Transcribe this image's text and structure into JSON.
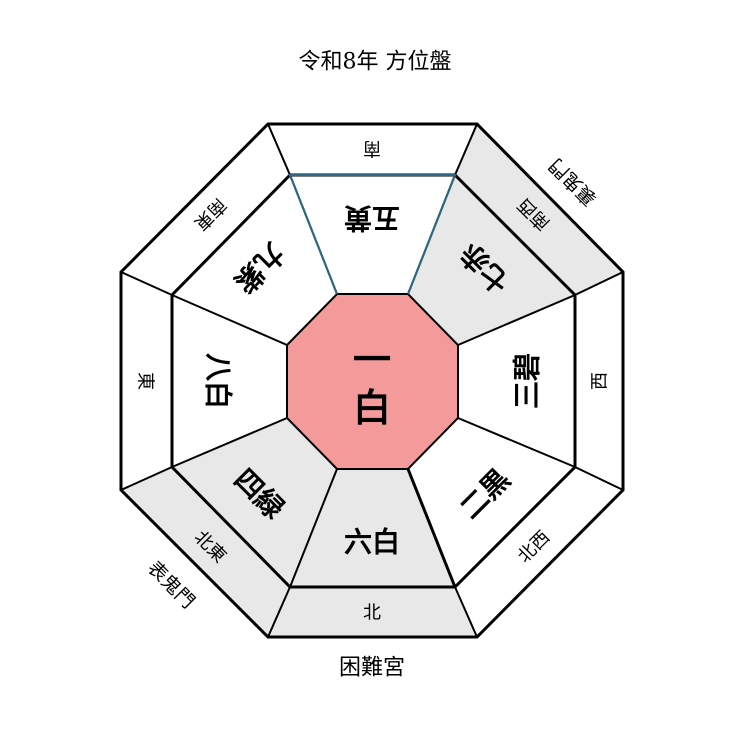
{
  "title": "令和8年 方位盤",
  "bottom_label": "困難宮",
  "ura_kimon": "裏鬼門",
  "omote_kimon": "表鬼門",
  "center": {
    "line1": "一",
    "line2": "白"
  },
  "directions": {
    "south": {
      "name": "南",
      "star": "五黄"
    },
    "southwest": {
      "name": "南西",
      "star": "七赤"
    },
    "west": {
      "name": "西",
      "star": "三碧"
    },
    "northwest": {
      "name": "北西",
      "star": "二黒"
    },
    "north": {
      "name": "北",
      "star": "六白"
    },
    "northeast": {
      "name": "北東",
      "star": "四緑"
    },
    "east": {
      "name": "東",
      "star": "八白"
    },
    "southeast": {
      "name": "南東",
      "star": "九紫"
    }
  },
  "colors": {
    "center": "#f59a9b",
    "shaded": "#e8e8e8",
    "highlight_line": "#2b6a85"
  }
}
